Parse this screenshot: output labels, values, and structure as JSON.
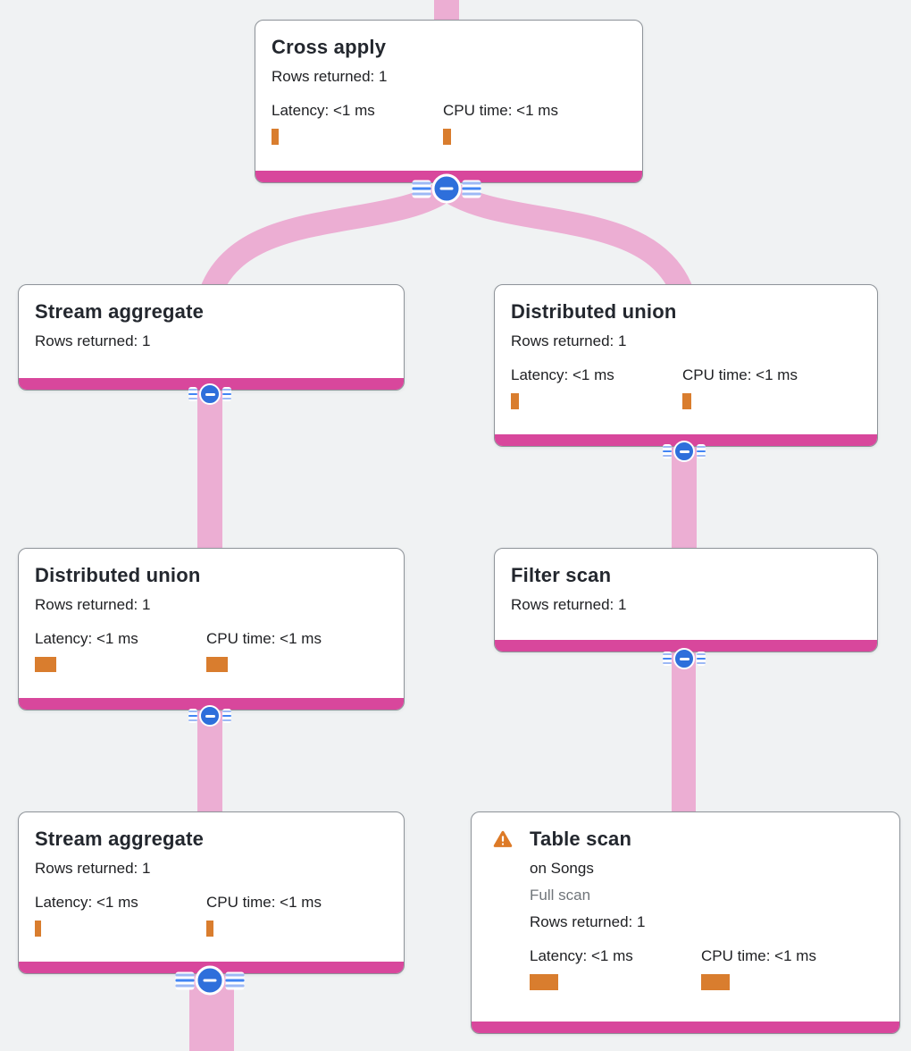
{
  "app": {
    "view": "query-execution-plan-graph"
  },
  "colors": {
    "canvas_bg": "#f0f2f3",
    "card_footer_magenta": "#d8479c",
    "edge_pink": "#ecaed3",
    "metric_bar_orange": "#d97d2e",
    "warning_orange": "#dd7a27",
    "collapse_blue": "#2e6fdb",
    "title_text": "#23272e",
    "body_text": "#202124",
    "muted_text": "#70757a"
  },
  "nodes": {
    "cross_apply": {
      "title": "Cross apply",
      "rows": "Rows returned: 1",
      "latency": "Latency: <1 ms",
      "cpu": "CPU time: <1 ms"
    },
    "stream_aggregate_top": {
      "title": "Stream aggregate",
      "rows": "Rows returned: 1"
    },
    "distributed_union_right": {
      "title": "Distributed union",
      "rows": "Rows returned: 1",
      "latency": "Latency: <1 ms",
      "cpu": "CPU time: <1 ms"
    },
    "distributed_union_left": {
      "title": "Distributed union",
      "rows": "Rows returned: 1",
      "latency": "Latency: <1 ms",
      "cpu": "CPU time: <1 ms"
    },
    "filter_scan": {
      "title": "Filter scan",
      "rows": "Rows returned: 1"
    },
    "stream_aggregate_bottom": {
      "title": "Stream aggregate",
      "rows": "Rows returned: 1",
      "latency": "Latency: <1 ms",
      "cpu": "CPU time: <1 ms"
    },
    "table_scan": {
      "title": "Table scan",
      "target": "on Songs",
      "scan_type": "Full scan",
      "rows": "Rows returned: 1",
      "latency": "Latency: <1 ms",
      "cpu": "CPU time: <1 ms",
      "warning_icon": "warning-triangle"
    }
  }
}
